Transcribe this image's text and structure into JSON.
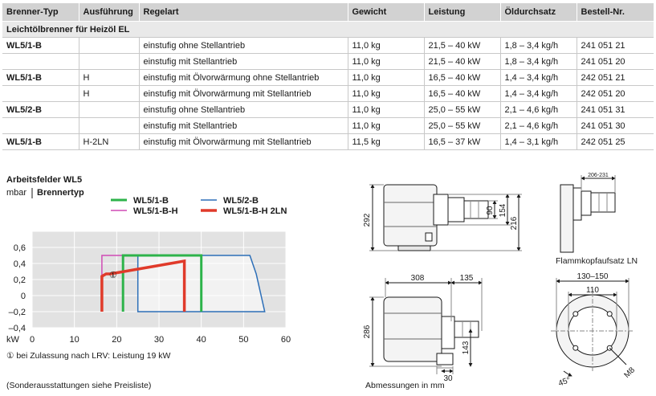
{
  "table": {
    "headers": [
      "Brenner-Typ",
      "Ausführung",
      "Regelart",
      "Gewicht",
      "Leistung",
      "Öldurchsatz",
      "Bestell-Nr."
    ],
    "section": "Leichtölbrenner für Heizöl EL",
    "rows": [
      [
        "WL5/1-B",
        "",
        "einstufig ohne Stellantrieb",
        "11,0 kg",
        "21,5 – 40 kW",
        "1,8 – 3,4 kg/h",
        "241 051 21"
      ],
      [
        "",
        "",
        "einstufig mit Stellantrieb",
        "11,0 kg",
        "21,5 – 40 kW",
        "1,8 – 3,4 kg/h",
        "241 051 20"
      ],
      [
        "WL5/1-B",
        "H",
        "einstufig mit Ölvorwärmung ohne Stellantrieb",
        "11,0 kg",
        "16,5 – 40 kW",
        "1,4 – 3,4 kg/h",
        "242 051 21"
      ],
      [
        "",
        "H",
        "einstufig mit Ölvorwärmung mit Stellantrieb",
        "11,0 kg",
        "16,5 – 40 kW",
        "1,4 – 3,4 kg/h",
        "242 051 20"
      ],
      [
        "WL5/2-B",
        "",
        "einstufig ohne Stellantrieb",
        "11,0 kg",
        "25,0 – 55 kW",
        "2,1 – 4,6 kg/h",
        "241 051 31"
      ],
      [
        "",
        "",
        "einstufig mit Stellantrieb",
        "11,0 kg",
        "25,0 – 55 kW",
        "2,1 – 4,6 kg/h",
        "241 051 30"
      ],
      [
        "WL5/1-B",
        "H-2LN",
        "einstufig mit Ölvorwärmung mit Stellantrieb",
        "11,5 kg",
        "16,5 – 37 kW",
        "1,4 – 3,1 kg/h",
        "242 051 25"
      ]
    ]
  },
  "chart_data": {
    "type": "area",
    "title": "Arbeitsfelder WL5",
    "legend_title": "Brennertyp",
    "ylabel": "mbar",
    "xlabel": "kW",
    "xlim": [
      0,
      60
    ],
    "ylim": [
      -0.4,
      0.8
    ],
    "x_ticks": [
      "0",
      "10",
      "20",
      "30",
      "40",
      "50",
      "60"
    ],
    "y_ticks": [
      "–0,4",
      "–0,2",
      "0",
      "0,2",
      "0,4",
      "0,6"
    ],
    "series": [
      {
        "name": "WL5/2-B",
        "color": "#2d6fb8",
        "points": [
          [
            25,
            -0.2
          ],
          [
            25,
            0.5
          ],
          [
            51.5,
            0.5
          ],
          [
            53,
            0.27
          ],
          [
            55,
            -0.2
          ]
        ]
      },
      {
        "name": "WL5/1-B-H",
        "color": "#d04bb5",
        "points": [
          [
            16.5,
            -0.2
          ],
          [
            16.5,
            0.5
          ],
          [
            40,
            0.5
          ],
          [
            40,
            -0.2
          ]
        ]
      },
      {
        "name": "WL5/1-B",
        "color": "#2db34a",
        "points": [
          [
            21.5,
            -0.2
          ],
          [
            21.5,
            0.5
          ],
          [
            40,
            0.5
          ],
          [
            40,
            -0.2
          ]
        ]
      },
      {
        "name": "WL5/1-B-H 2LN",
        "color": "#e03a2a",
        "points": [
          [
            16.5,
            -0.2
          ],
          [
            16.5,
            0.24
          ],
          [
            17.5,
            0.27
          ],
          [
            18.5,
            0.27
          ],
          [
            36,
            0.43
          ],
          [
            36,
            -0.2
          ]
        ]
      }
    ],
    "annotation": "①",
    "footnote": "① bei Zulassung nach LRV: Leistung 19 kW"
  },
  "notes": {
    "sonder": "(Sonderausstattungen siehe Preisliste)",
    "abmessungen": "Abmessungen in mm",
    "flammkopf": "Flammkopfaufsatz LN"
  },
  "dimensions": {
    "d292": "292",
    "d90": "90",
    "d154": "154",
    "d216": "216",
    "d206_231": "206-231",
    "d308": "308",
    "d135": "135",
    "d286": "286",
    "d143": "143",
    "d30": "30",
    "d130_150": "130–150",
    "d110": "110",
    "m8": "M8",
    "a45": "45°"
  }
}
